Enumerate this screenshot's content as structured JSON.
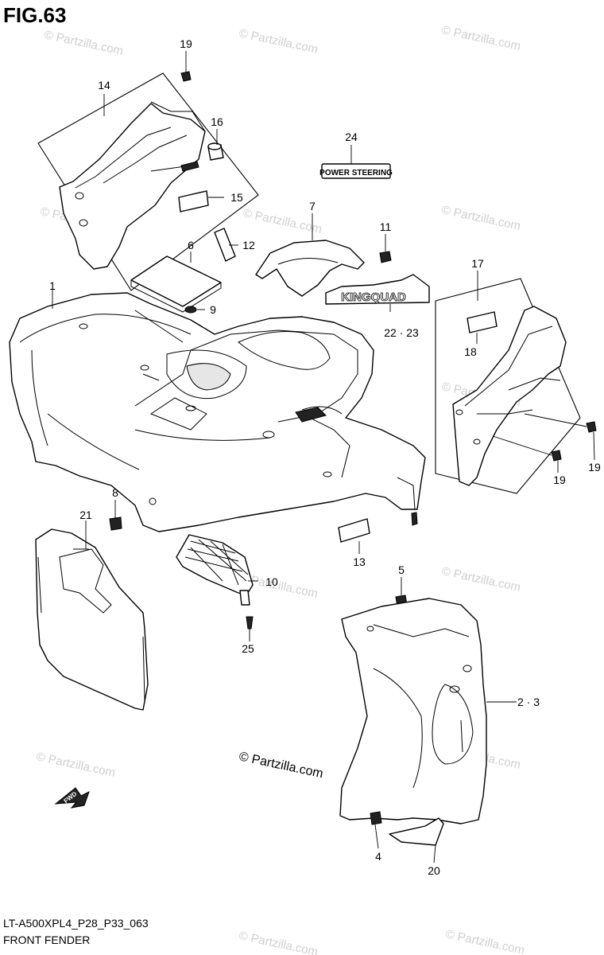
{
  "figure_label": "FIG.63",
  "footer": {
    "model_code": "LT-A500XPL4_P28_P33_063",
    "section_name": "FRONT FENDER"
  },
  "watermark": {
    "text": "© Partzilla.com",
    "main_text": "© Partzilla.com"
  },
  "decals": {
    "power_steering": "POWER STEERING",
    "kingquad": "KINGQUAD"
  },
  "direction_marker": "FWD",
  "callouts": [
    {
      "id": "c1",
      "label": "1"
    },
    {
      "id": "c2",
      "label": "2 · 3"
    },
    {
      "id": "c4",
      "label": "4"
    },
    {
      "id": "c5",
      "label": "5"
    },
    {
      "id": "c6",
      "label": "6"
    },
    {
      "id": "c7",
      "label": "7"
    },
    {
      "id": "c8",
      "label": "8"
    },
    {
      "id": "c9",
      "label": "9"
    },
    {
      "id": "c10",
      "label": "10"
    },
    {
      "id": "c11",
      "label": "11"
    },
    {
      "id": "c12",
      "label": "12"
    },
    {
      "id": "c13",
      "label": "13"
    },
    {
      "id": "c14",
      "label": "14"
    },
    {
      "id": "c15",
      "label": "15"
    },
    {
      "id": "c16",
      "label": "16"
    },
    {
      "id": "c17",
      "label": "17"
    },
    {
      "id": "c18",
      "label": "18"
    },
    {
      "id": "c19a",
      "label": "19"
    },
    {
      "id": "c19b",
      "label": "19"
    },
    {
      "id": "c19c",
      "label": "19"
    },
    {
      "id": "c20",
      "label": "20"
    },
    {
      "id": "c21",
      "label": "21"
    },
    {
      "id": "c22",
      "label": "22 · 23"
    },
    {
      "id": "c24",
      "label": "24"
    },
    {
      "id": "c25",
      "label": "25"
    }
  ]
}
